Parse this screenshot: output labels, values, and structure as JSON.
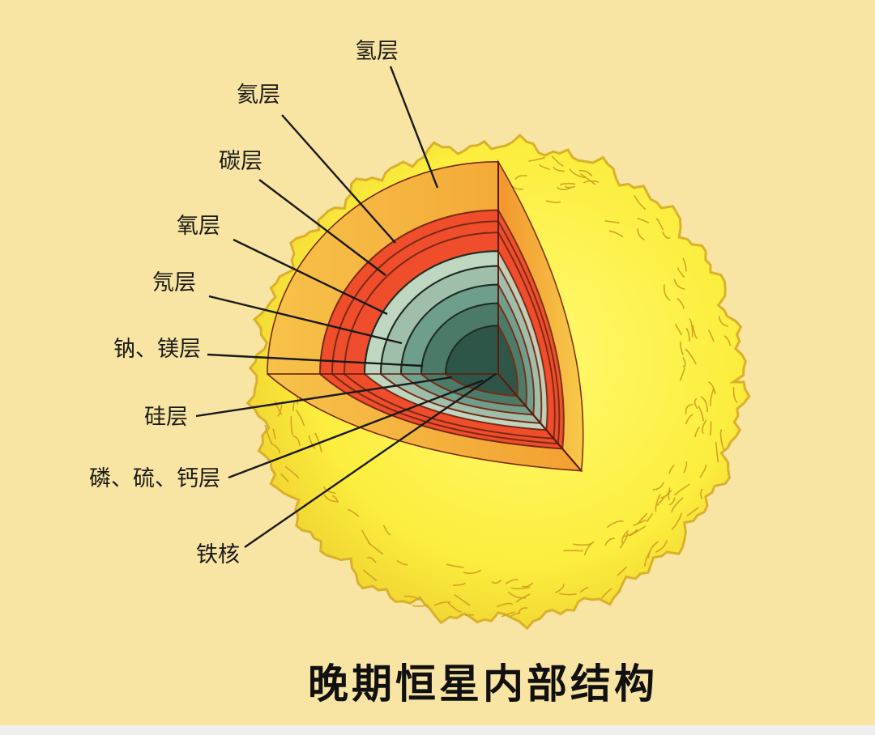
{
  "title": "晚期恒星内部结构",
  "layers": [
    {
      "label": "氢层",
      "color": "#f6b53d"
    },
    {
      "label": "氦层",
      "color": "#ef4d2c"
    },
    {
      "label": "碳层",
      "color": "#ef4d2c"
    },
    {
      "label": "氧层",
      "color": "#ef4d2c"
    },
    {
      "label": "氖层",
      "color": "#bfd7c0"
    },
    {
      "label": "钠、镁层",
      "color": "#9fbfaa"
    },
    {
      "label": "硅层",
      "color": "#6e9f8c"
    },
    {
      "label": "磷、硫、钙层",
      "color": "#4b7a68"
    },
    {
      "label": "铁核",
      "color": "#2e5648"
    }
  ],
  "colors": {
    "background": "#f9e5a3",
    "star_surface": "#fbf14c",
    "star_edge": "#e8c72d"
  }
}
